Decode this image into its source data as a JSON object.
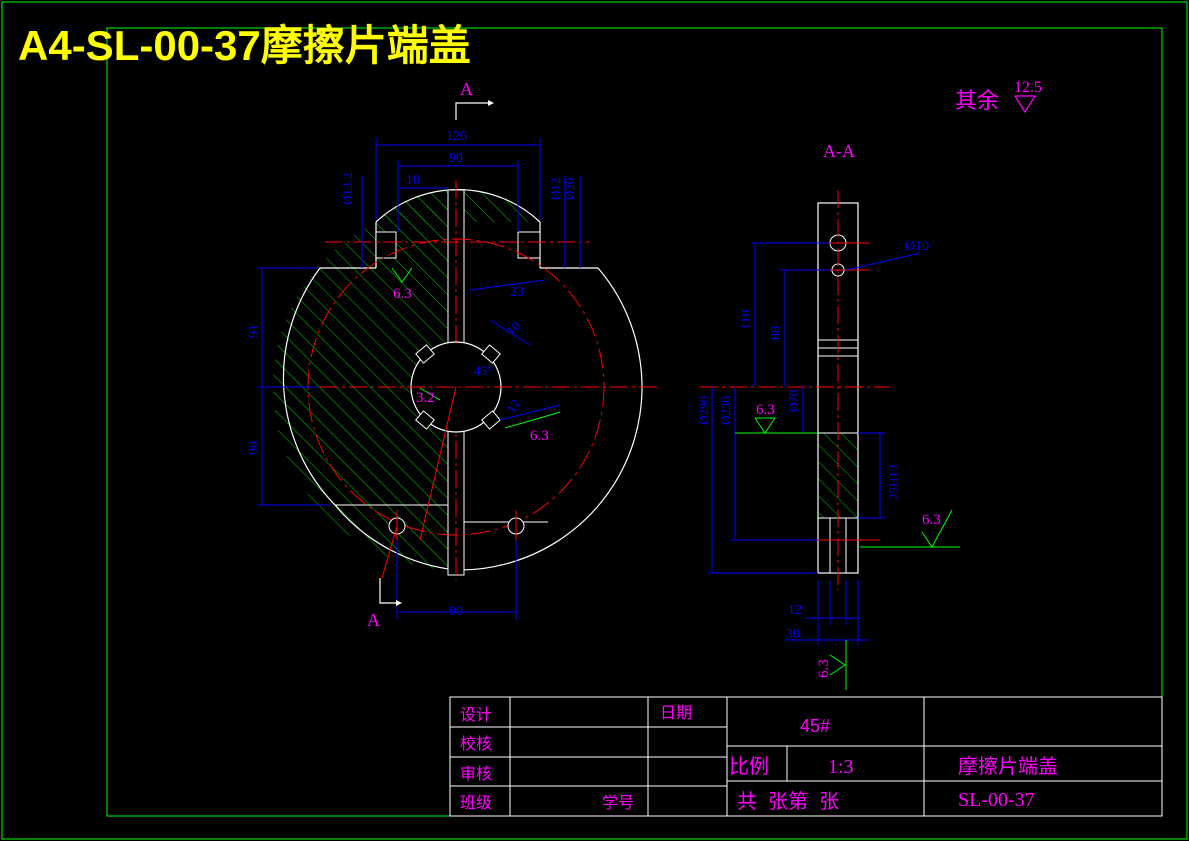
{
  "title": "A4-SL-00-37摩擦片端盖",
  "surface_note": {
    "label": "其余",
    "value": "12.5"
  },
  "section": {
    "cut_label": "A",
    "view_label": "A-A"
  },
  "front_view_dims": {
    "d126": "126",
    "d90_top": "90",
    "d10": "10",
    "d13_2": "Ø13.2",
    "d12": "Ø12",
    "d20": "Ø20",
    "d23": "23",
    "d91": "91",
    "d90_left": "90",
    "d90_bottom": "90",
    "r10": "10",
    "r45": "45°",
    "r12": "12"
  },
  "front_view_roughness": [
    "6.3",
    "3.2",
    "6.3"
  ],
  "side_view_dims": {
    "dia10": "Ø10",
    "h110": "110",
    "h88": "88",
    "d290": "Ø290",
    "d230": "Ø230",
    "d70": "Ø70",
    "d25": "25H13",
    "w12": "12",
    "w30": "30"
  },
  "side_view_roughness": [
    "6.3",
    "6.3",
    "6.3"
  ],
  "title_block": {
    "design": "设计",
    "date": "日期",
    "check": "校核",
    "review": "审核",
    "class": "班级",
    "student_no": "学号",
    "material": "45#",
    "scale_label": "比例",
    "scale_value": "1:3",
    "part_name": "摩擦片端盖",
    "sheets": "共  张第  张",
    "code": "SL-00-37"
  },
  "colors": {
    "frame": "#00ff00",
    "outline": "#ffffff",
    "center": "#ff0000",
    "dim": "#0000ff",
    "hatch": "#00cc00",
    "magenta": "#ff00ff",
    "title": "#ffff00"
  }
}
